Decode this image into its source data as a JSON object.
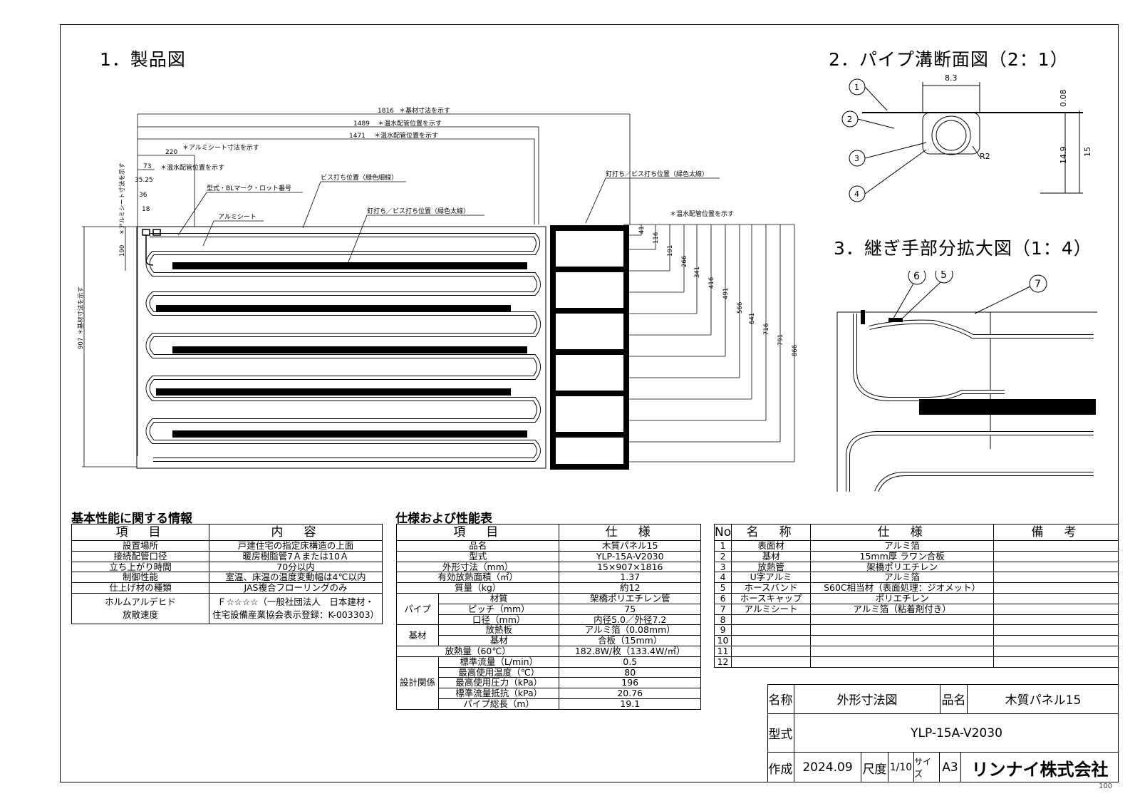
{
  "headings": {
    "product": "1．製品図",
    "section": "2．パイプ溝断面図（2：1）",
    "joint": "3．継ぎ手部分拡大図（1：4）"
  },
  "drawing": {
    "dims_top": [
      "1816",
      "1489",
      "1471",
      "220",
      "73",
      "35.25",
      "36",
      "18"
    ],
    "dim_notes": {
      "kijizai": "＊基材寸法を示す",
      "onsui1": "＊温水配管位置を示す",
      "onsui2": "＊温水配管位置を示す",
      "alumi": "＊アルミシート寸法を示す",
      "onsui3": "＊温水配管位置を示す",
      "onsui_right": "＊温水配管位置を示す",
      "alumi_left": "＊アルミシート寸法を示す",
      "kijizai_left": "＊基材寸法を示す"
    },
    "labels": {
      "model_mark": "型式・BLマーク・ロット番号",
      "alumi_sheet": "アルミシート",
      "screw_thin": "ビス打ち位置（緑色細線）",
      "nail_thick": "釘打ち／ビス打ち位置（緑色太線）",
      "nail_thick2": "釘打ち／ビス打ち位置（緑色太線）"
    },
    "dims_left": [
      "190",
      "907"
    ],
    "dims_right": [
      "41",
      "116",
      "191",
      "266",
      "341",
      "416",
      "491",
      "566",
      "641",
      "716",
      "791",
      "866"
    ],
    "section_dims": [
      "8.3",
      "0.08",
      "14.9",
      "15",
      "R2"
    ],
    "section_callouts": [
      "1",
      "2",
      "3",
      "4"
    ],
    "joint_callouts": [
      "6",
      "5",
      "7"
    ]
  },
  "basic_perf": {
    "title": "基本性能に関する情報",
    "headers": [
      "項　目",
      "内　容"
    ],
    "rows": [
      [
        "設置場所",
        "戸建住宅の指定床構造の上面"
      ],
      [
        "接続配管口径",
        "暖房樹脂管7Ａまたは10Ａ"
      ],
      [
        "立ち上がり時間",
        "70分以内"
      ],
      [
        "制御性能",
        "室温、床温の温度変動幅は4℃以内"
      ],
      [
        "仕上げ材の種類",
        "JAS複合フローリングのみ"
      ]
    ],
    "formaldehyde": {
      "item1": "ホルムアルデヒド",
      "item2": "放散速度",
      "content1": "Ｆ☆☆☆☆（一般社団法人　日本建材・",
      "content2": "住宅設備産業協会表示登録：K-003303）"
    }
  },
  "spec": {
    "title": "仕様および性能表",
    "headers": [
      "項　目",
      "仕　様"
    ],
    "rows": [
      {
        "item": "品名",
        "value": "木質パネル15"
      },
      {
        "item": "型式",
        "value": "YLP-15A-V2030"
      },
      {
        "item": "外形寸法（mm）",
        "value": "15×907×1816"
      },
      {
        "item": "有効放熱面積（㎡）",
        "value": "1.37"
      },
      {
        "item": "質量（kg）",
        "value": "約12"
      }
    ],
    "pipe": {
      "group": "パイプ",
      "rows": [
        {
          "item": "材質",
          "value": "架橋ポリエチレン管"
        },
        {
          "item": "ピッチ（mm）",
          "value": "75"
        },
        {
          "item": "口径（mm）",
          "value": "内径5.0／外径7.2"
        }
      ]
    },
    "base": {
      "group": "基材",
      "rows": [
        {
          "item": "放熱板",
          "value": "アルミ箔（0.08mm）"
        },
        {
          "item": "基材",
          "value": "合板（15mm）"
        }
      ]
    },
    "heat": {
      "item": "放熱量（60℃）",
      "value": "182.8W/枚（133.4W/㎡）"
    },
    "design": {
      "group": "設計関係",
      "rows": [
        {
          "item": "標準流量（L/min）",
          "value": "0.5"
        },
        {
          "item": "最高使用温度（℃）",
          "value": "80"
        },
        {
          "item": "最高使用圧力（kPa）",
          "value": "196"
        },
        {
          "item": "標準流量抵抗（kPa）",
          "value": "20.76"
        },
        {
          "item": "パイプ総長（m）",
          "value": "19.1"
        }
      ]
    }
  },
  "parts": {
    "headers": [
      "No",
      "名　称",
      "仕　様",
      "備　考"
    ],
    "rows": [
      [
        "1",
        "表面材",
        "アルミ箔",
        ""
      ],
      [
        "2",
        "基材",
        "15mm厚 ラワン合板",
        ""
      ],
      [
        "3",
        "放熱管",
        "架橋ポリエチレン",
        ""
      ],
      [
        "4",
        "U字アルミ",
        "アルミ箔",
        ""
      ],
      [
        "5",
        "ホースバンド",
        "S60C相当材（表面処理：ジオメット）",
        ""
      ],
      [
        "6",
        "ホースキャップ",
        "ポリエチレン",
        ""
      ],
      [
        "7",
        "アルミシート",
        "アルミ箔（粘着剤付き）",
        ""
      ],
      [
        "8",
        "",
        "",
        ""
      ],
      [
        "9",
        "",
        "",
        ""
      ],
      [
        "10",
        "",
        "",
        ""
      ],
      [
        "11",
        "",
        "",
        ""
      ],
      [
        "12",
        "",
        "",
        ""
      ]
    ]
  },
  "title_block": {
    "name_label": "名称",
    "name_value": "外形寸法図",
    "product_label": "品名",
    "product_value": "木質パネル15",
    "model_label": "型式",
    "model_value": "YLP-15A-V2030",
    "made_label": "作成",
    "made_value": "2024.09",
    "scale_label": "尺度",
    "scale_value": "1/10",
    "size_label": "サイズ",
    "size_value": "A3",
    "company": "リンナイ株式会社"
  },
  "corner_text": "100"
}
